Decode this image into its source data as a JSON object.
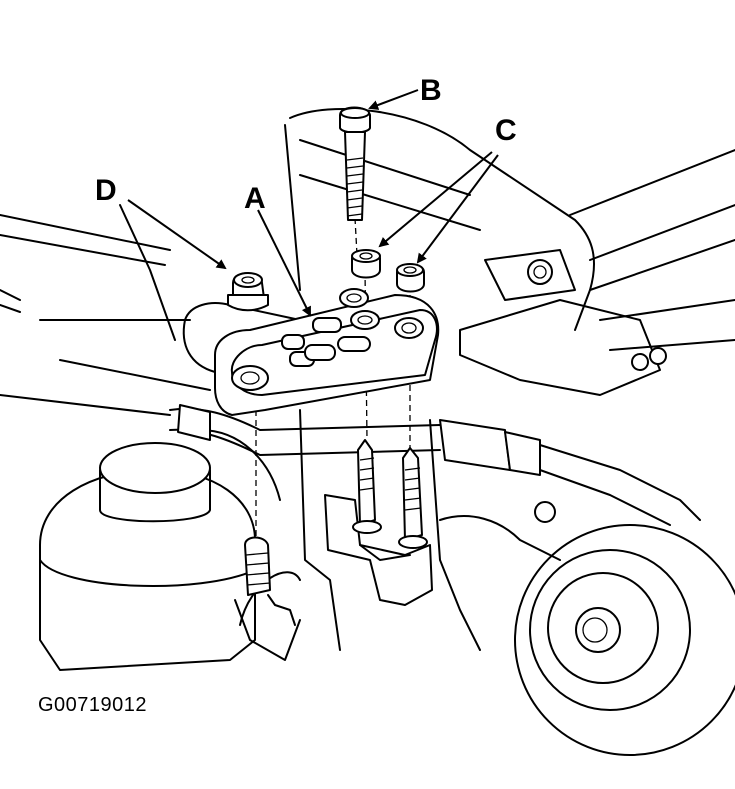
{
  "labels": {
    "a": "A",
    "b": "B",
    "c": "C",
    "d": "D"
  },
  "figure_id": "G00719012"
}
